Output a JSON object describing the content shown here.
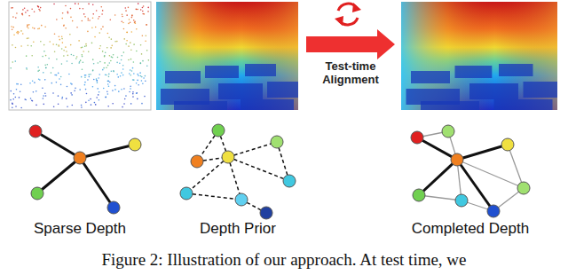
{
  "diagram": {
    "caption": "Figure 2: Illustration of our approach. At test time, we",
    "labels": [
      "Test-time Alignment",
      "Sparse Depth",
      "Depth Prior",
      "Completed Depth"
    ]
  }
}
